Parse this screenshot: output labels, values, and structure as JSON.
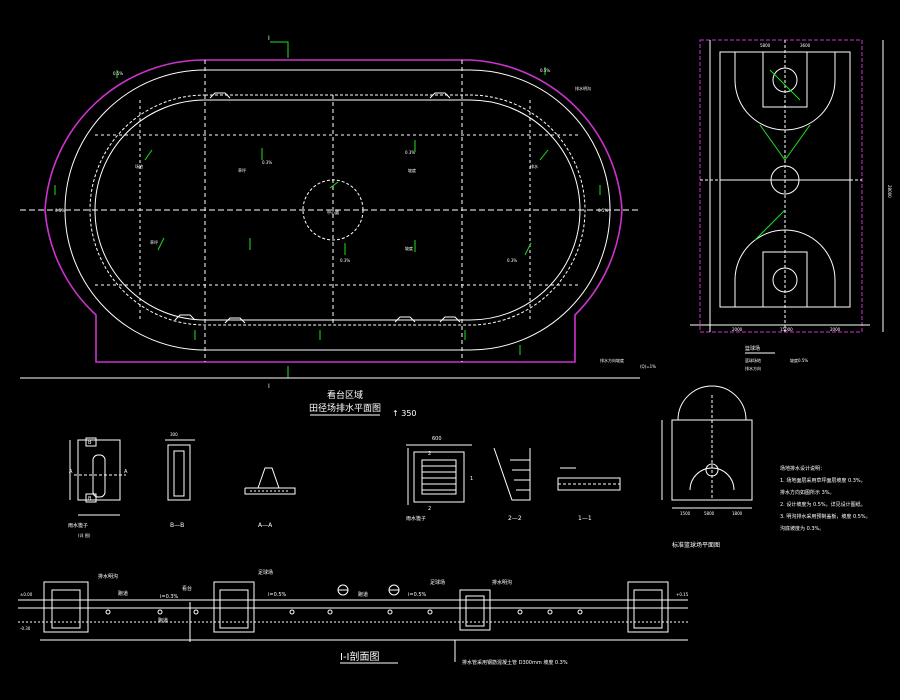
{
  "palette": {
    "background": "#000000",
    "line": "#ffffff",
    "boundary": "#cc33cc",
    "slope": "#22dd22",
    "section": "#22dd22"
  },
  "plan": {
    "title": "看台区域",
    "subtitle": "田径场排水平面图",
    "scale_note": "(Q)=1%",
    "north_mark": "↑ 350",
    "center_label": "中心圆",
    "cut_mark_top": "I",
    "cut_mark_bottom": "I",
    "percent_label_a": "0.3%",
    "percent_label_b": "0.5%",
    "legend_note": "排水方向坡度",
    "field_label_1": "场地",
    "field_label_2": "草坪",
    "field_label_3": "坡度",
    "field_label_4": "排水",
    "corner_note": "排水明沟"
  },
  "court": {
    "title": "篮球场",
    "dim_width": "15000",
    "dim_length": "28000",
    "dim_side_1": "2000",
    "dim_side_2": "5800",
    "dim_side_3": "3600",
    "legend_1": "篮球场地",
    "legend_2": "坡度0.5%",
    "legend_3": "排水方向"
  },
  "details": {
    "grate_label": "雨水篦子",
    "grate_note": "(详 图)",
    "grate_label_2": "雨水篦子",
    "section_bb": "B—B",
    "section_aa": "A—A",
    "section_22": "2—2",
    "section_11": "1—1",
    "mark_a": "A",
    "mark_b": "B",
    "mark_1": "1",
    "mark_2": "2",
    "dim_1": "600",
    "dim_2": "300"
  },
  "key": {
    "title": "标准篮球场平面图",
    "dim_1": "1500",
    "dim_2": "5800",
    "dim_3": "1800",
    "notes": [
      "场地排水设计说明：",
      "1. 场地面层采用草坪面层坡度 0.3%，",
      "   排水方向如图所示 3%。",
      "2. 设计坡度为 0.5%，详见设计图纸。",
      "3. 明沟排水采用预制盖板，坡度 0.5%，",
      "   沟底坡度为 0.3%。"
    ]
  },
  "profile": {
    "title": "I-I剖面图",
    "label_1": "排水明沟",
    "label_2": "看台",
    "label_3": "跑道",
    "label_4": "i=0.3%",
    "label_5": "足球场",
    "label_6": "跑道",
    "label_7": "i=0.5%",
    "bottom_note": "排水管采用钢筋混凝土管 D300mm 坡度 0.3%",
    "level_1": "±0.00",
    "level_2": "-0.30",
    "level_3": "+0.15"
  }
}
